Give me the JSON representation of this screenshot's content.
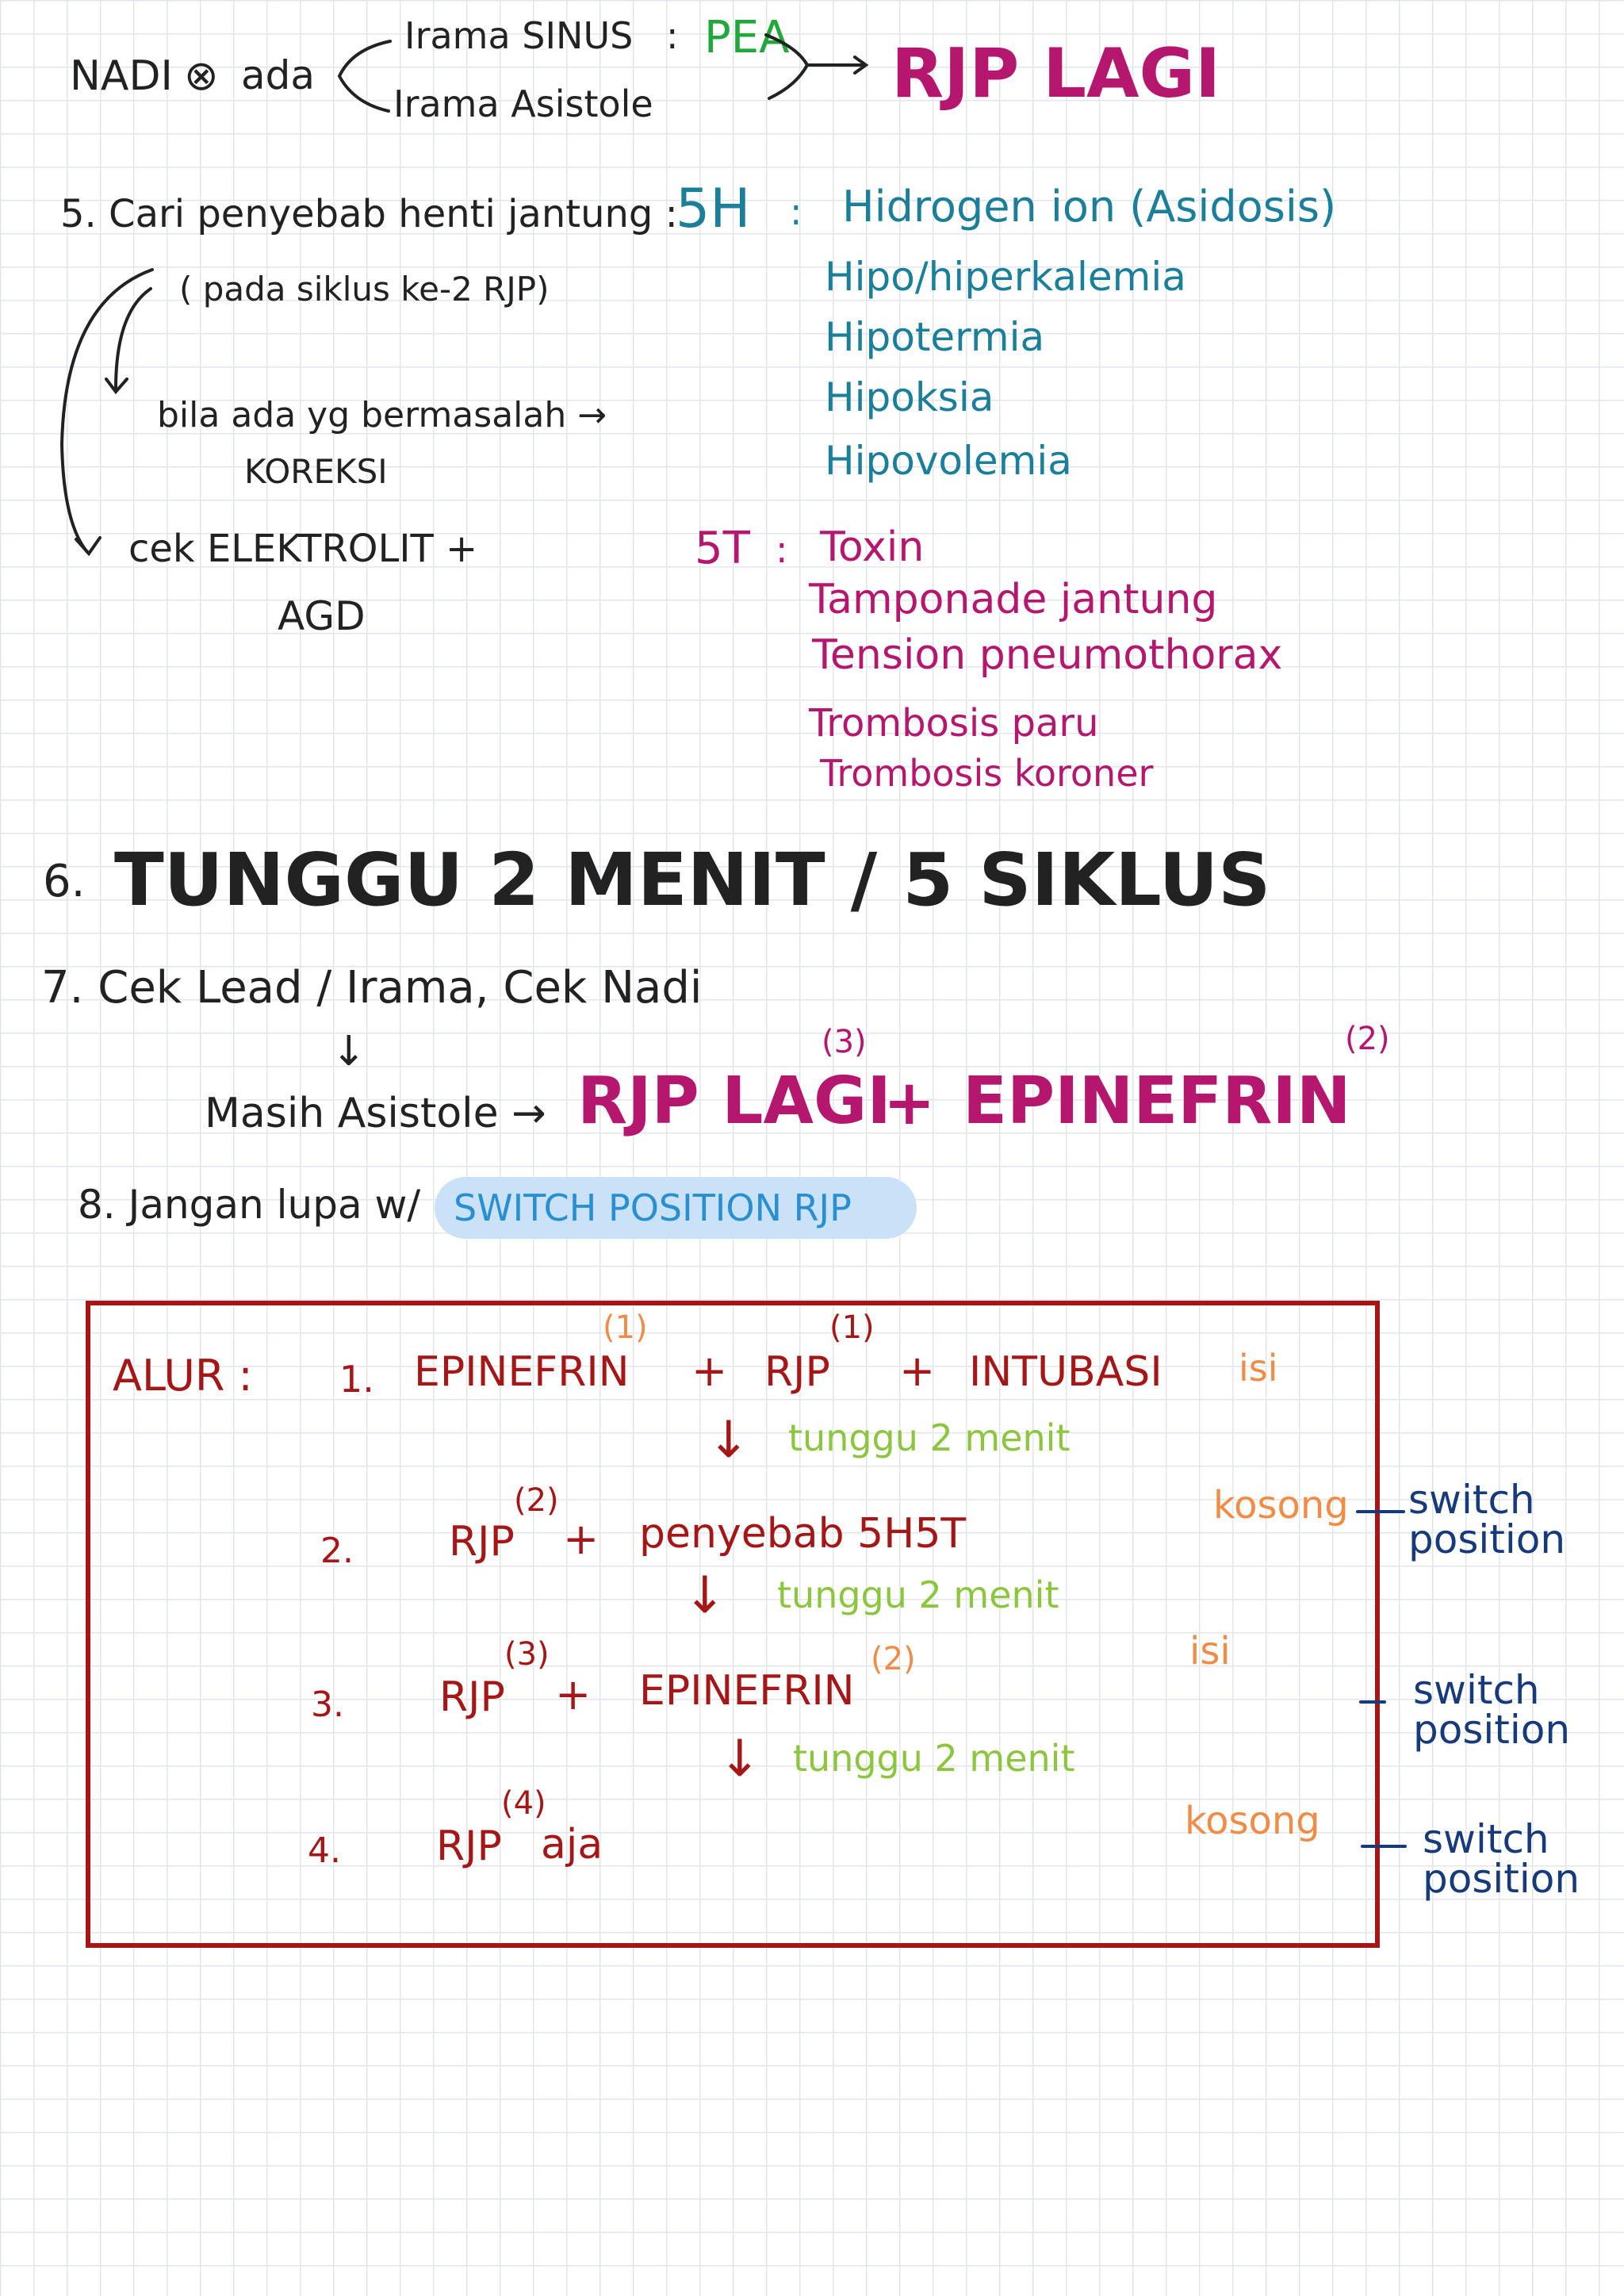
{
  "top": {
    "nadi_label": "NADI",
    "x_symbol": "⊗",
    "ada_label": "ada",
    "irama_sinus": "Irama SINUS",
    "colon": ":",
    "pea": "PEA",
    "irama_asistole": "Irama Asistole",
    "rjp_lagi": "RJP LAGI"
  },
  "step5": {
    "title": "5. Cari penyebab henti jantung :",
    "five_h_label": "5H",
    "colon": ":",
    "h_items": [
      "Hidrogen ion (Asidosis)",
      "Hipo/hiperkalemia",
      "Hipotermia",
      "Hipoksia",
      "Hipovolemia"
    ],
    "note_cycle": "( pada siklus ke-2 RJP)",
    "note_problem": "bila ada yg bermasalah →",
    "note_correct": "KOREKSI",
    "note_check": "cek ELEKTROLIT +",
    "note_agd": "AGD",
    "five_t_label": "5T",
    "t_items": [
      "Toxin",
      "Tamponade jantung",
      "Tension pneumothorax",
      "Trombosis paru",
      "Trombosis koroner"
    ]
  },
  "step6": {
    "number": "6.",
    "text": "TUNGGU 2 MENIT / 5 SIKLUS"
  },
  "step7": {
    "text": "7. Cek Lead / Irama, Cek Nadi",
    "down_arrow": "↓",
    "masih": "Masih Asistole →",
    "rjp_lagi": "RJP LAGI",
    "rjp_sup": "(3)",
    "plus": "+",
    "epinefrin": "EPINEFRIN",
    "epinefrin_sup": "(2)"
  },
  "step8": {
    "text": "8. Jangan lupa w/",
    "highlight": "SWITCH POSITION RJP"
  },
  "alur": {
    "label": "ALUR :",
    "rows": [
      {
        "num": "1.",
        "parts": [
          "EPINEFRIN",
          "(1)",
          "+",
          "RJP",
          "(1)",
          "+",
          "INTUBASI"
        ],
        "state": "isi",
        "switch": ""
      },
      {
        "num": "2.",
        "parts": [
          "RJP",
          "(2)",
          "+",
          "penyebab 5H5T"
        ],
        "state": "kosong",
        "switch": "switch position"
      },
      {
        "num": "3.",
        "parts": [
          "RJP",
          "(3)",
          "+",
          "EPINEFRIN",
          "(2)"
        ],
        "state": "isi",
        "switch": "switch position"
      },
      {
        "num": "4.",
        "parts": [
          "RJP",
          "(4)",
          "aja"
        ],
        "state": "kosong",
        "switch": "switch position"
      }
    ],
    "wait_text": "tunggu 2 menit",
    "down_arrow": "↓"
  },
  "colors": {
    "black": "#222222",
    "green": "#22a83a",
    "magenta": "#b5176f",
    "teal": "#1b7f9a",
    "dark_red": "#a51616",
    "lime": "#8cc63f",
    "orange": "#f08c46",
    "navy": "#173a7a",
    "highlight_blue": "#c9e2f7"
  }
}
